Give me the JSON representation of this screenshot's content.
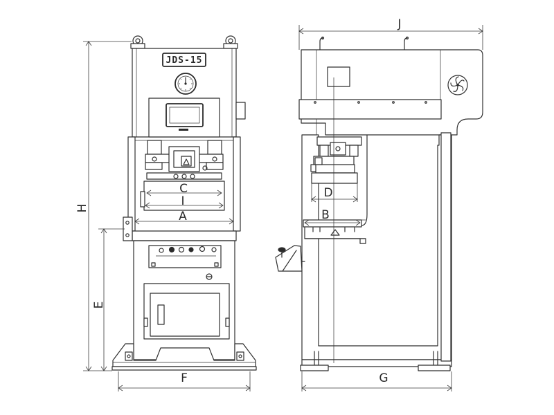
{
  "model_plate": "JDS-15",
  "labels": {
    "A": "A",
    "B": "B",
    "C": "C",
    "D": "D",
    "E": "E",
    "F": "F",
    "G": "G",
    "H": "H",
    "I": "I",
    "J": "J"
  },
  "colors": {
    "line": "#2f2f2f",
    "background": "#ffffff"
  },
  "icons": {
    "front_gauge": "dial-gauge-icon",
    "side_fan": "cooling-fan-icon",
    "plate_mark": "warning-triangle-icon"
  }
}
